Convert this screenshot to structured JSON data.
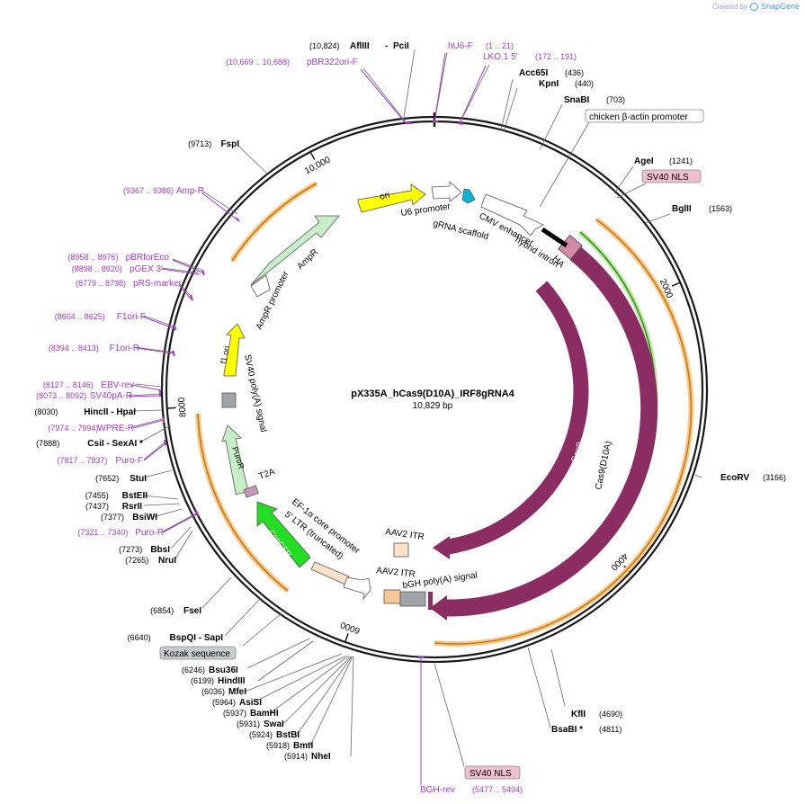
{
  "credit": {
    "prefix": "Created by",
    "brand": "SnapGene"
  },
  "plasmid": {
    "name": "pX335A_hCas9(D10A)_IRF8gRNA4",
    "size_label": "10,829 bp",
    "length": 10829
  },
  "colors": {
    "site_label": "#000000",
    "primer": "#a23ac8",
    "backbone": "#1a1a1a",
    "cas9": "#8b2d63",
    "orange_line": "#f0a830",
    "green_line": "#49a621",
    "ori": "#ffff00",
    "ampr": "#c8f0c8",
    "copgfp": "#22dd22",
    "ltr": "#ffe0c8",
    "gray": "#a0a4a8",
    "u6": "#00b4dc",
    "nls_box": "#f0c0d0",
    "gray_box": "#c8ccd0"
  },
  "ticks": [
    {
      "label": "10,000",
      "pos": 10000
    },
    {
      "label": "2000",
      "pos": 2000
    },
    {
      "label": "4000",
      "pos": 4000
    },
    {
      "label": "6000",
      "pos": 6000
    },
    {
      "label": "8000",
      "pos": 8000
    }
  ],
  "features": [
    {
      "label": "ori",
      "kind": "ori"
    },
    {
      "label": "U6 promoter",
      "kind": "promoter"
    },
    {
      "label": "gRNA scaffold",
      "kind": "scaffold"
    },
    {
      "label": "CMV enhancer",
      "kind": "promoter"
    },
    {
      "label": "hybrid intron",
      "kind": "intron"
    },
    {
      "label": "HA",
      "kind": "tag"
    },
    {
      "label": "Cas9",
      "kind": "cds"
    },
    {
      "label": "Cas9(D10A)",
      "kind": "cds"
    },
    {
      "label": "AAV2 ITR",
      "kind": "repeat"
    },
    {
      "label": "AAV2 ITR",
      "kind": "repeat"
    },
    {
      "label": "bGH poly(A) signal",
      "kind": "terminator"
    },
    {
      "label": "EF-1α core promoter",
      "kind": "promoter"
    },
    {
      "label": "5' LTR (truncated)",
      "kind": "ltr"
    },
    {
      "label": "CopGFP",
      "kind": "cds"
    },
    {
      "label": "T2A",
      "kind": "cds"
    },
    {
      "label": "PuroR",
      "kind": "cds"
    },
    {
      "label": "SV40 poly(A) signal",
      "kind": "terminator"
    },
    {
      "label": "f1 ori",
      "kind": "ori"
    },
    {
      "label": "AmpR promoter",
      "kind": "promoter"
    },
    {
      "label": "AmpR",
      "kind": "cds"
    }
  ],
  "sites_right": [
    {
      "name": "Acc65I",
      "pos": "(436)"
    },
    {
      "name": "KpnI",
      "pos": "(440)"
    },
    {
      "name": "SnaBI",
      "pos": "(703)"
    },
    {
      "name": "chicken β-actin promoter",
      "pos": "",
      "boxed": true
    },
    {
      "name": "AgeI",
      "pos": "(1241)"
    },
    {
      "name": "SV40 NLS",
      "pos": "",
      "boxed": true
    },
    {
      "name": "BglII",
      "pos": "(1563)"
    },
    {
      "name": "EcoRV",
      "pos": "(3166)"
    },
    {
      "name": "KflI",
      "pos": "(4690)"
    },
    {
      "name": "BsaBI *",
      "pos": "(4811)"
    },
    {
      "name": "SV40 NLS",
      "pos": "",
      "boxed": true
    }
  ],
  "top_sites": [
    {
      "name": "AflIII",
      "pos": "(10,824)",
      "extra": "PciI"
    },
    {
      "name": "hU6-F",
      "pos": "(1 .. 21)",
      "primer": true
    },
    {
      "name": "LKO.1 5'",
      "pos": "(172 .. 191)",
      "primer": true
    },
    {
      "name": "pBR322ori-F",
      "pos": "(10,669 .. 10,688)",
      "primer": true
    }
  ],
  "sites_left": [
    {
      "name": "FspI",
      "pos": "(9713)"
    },
    {
      "name": "Amp-R",
      "pos": "(9367 .. 9386)",
      "primer": true
    },
    {
      "name": "pBRforEco",
      "pos": "(8958 .. 8976)",
      "primer": true
    },
    {
      "name": "pGEX 3'",
      "pos": "(8898 .. 8920)",
      "primer": true
    },
    {
      "name": "pRS-marker",
      "pos": "(8779 .. 8798)",
      "primer": true
    },
    {
      "name": "F1ori-F",
      "pos": "(8604 .. 8625)",
      "primer": true
    },
    {
      "name": "F1ori-R",
      "pos": "(8394 .. 8413)",
      "primer": true
    },
    {
      "name": "EBV-rev",
      "pos": "(8127 .. 8146)",
      "primer": true
    },
    {
      "name": "SV40pA-R",
      "pos": "(8073 .. 8092)",
      "primer": true
    },
    {
      "name": "HincII - HpaI",
      "pos": "(8030)"
    },
    {
      "name": "WPRE-R",
      "pos": "(7974 .. 7994)",
      "primer": true
    },
    {
      "name": "CsiI - SexAI *",
      "pos": "(7888)"
    },
    {
      "name": "Puro-F",
      "pos": "(7817 .. 7837)",
      "primer": true
    },
    {
      "name": "StuI",
      "pos": "(7652)"
    },
    {
      "name": "BstEII",
      "pos": "(7455)"
    },
    {
      "name": "RsrII",
      "pos": "(7437)"
    },
    {
      "name": "BsiWI",
      "pos": "(7377)"
    },
    {
      "name": "Puro-R",
      "pos": "(7321 .. 7340)",
      "primer": true
    },
    {
      "name": "BbsI",
      "pos": "(7273)"
    },
    {
      "name": "NruI",
      "pos": "(7265)"
    },
    {
      "name": "FseI",
      "pos": "(6854)"
    },
    {
      "name": "BspQI - SapI",
      "pos": "(6640)"
    },
    {
      "name": "Kozak sequence",
      "pos": "",
      "boxed": true
    }
  ],
  "sites_bottom": [
    {
      "name": "Bsu36I",
      "pos": "(6246)"
    },
    {
      "name": "HindIII",
      "pos": "(6199)"
    },
    {
      "name": "MfeI",
      "pos": "(6036)"
    },
    {
      "name": "AsiSI",
      "pos": "(5964)"
    },
    {
      "name": "BamHI",
      "pos": "(5937)"
    },
    {
      "name": "SwaI",
      "pos": "(5931)"
    },
    {
      "name": "BstBI",
      "pos": "(5924)"
    },
    {
      "name": "BmtI",
      "pos": "(5918)"
    },
    {
      "name": "NheI",
      "pos": "(5914)"
    },
    {
      "name": "BGH-rev",
      "pos": "(5477 .. 5494)",
      "primer": true
    }
  ]
}
